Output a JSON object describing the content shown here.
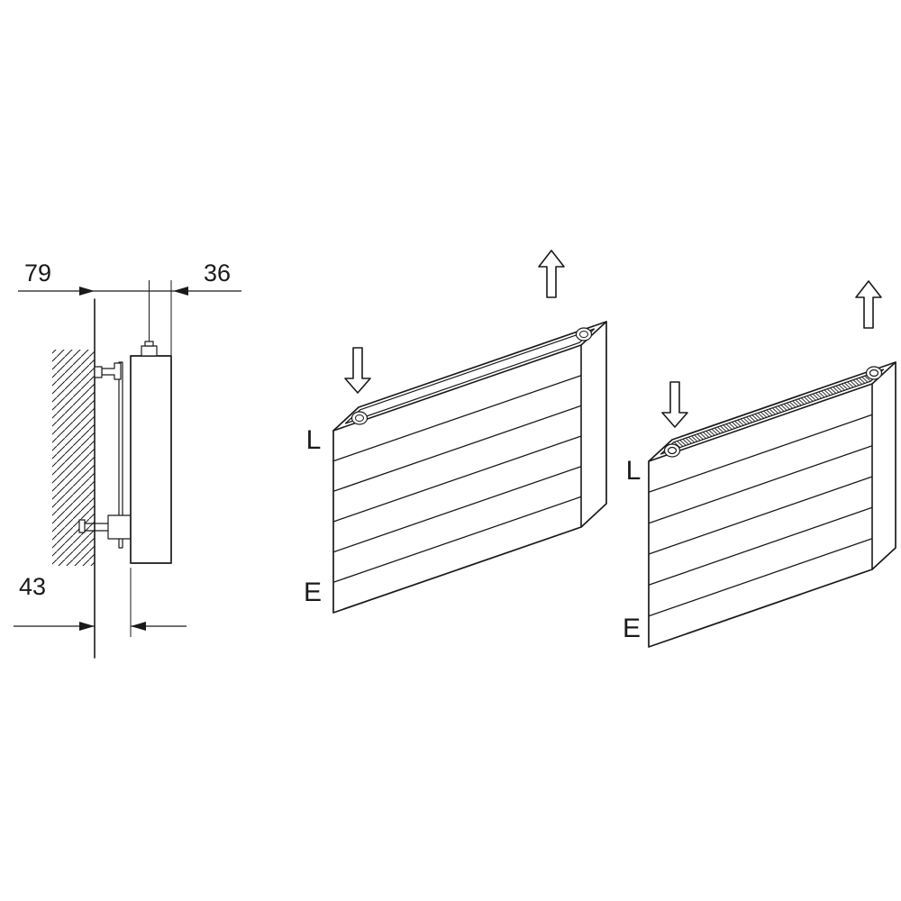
{
  "figure": {
    "kind": "radiator technical line drawing",
    "background": "#ffffff",
    "line_color": "#1a1a1a"
  },
  "side_view": {
    "dim_wall_to_center": "79",
    "dim_center_to_front": "36",
    "dim_wall_to_panel": "43"
  },
  "radiator_open_top": {
    "label_inlet": "L",
    "label_outlet": "E"
  },
  "radiator_grille_top": {
    "label_inlet": "L",
    "label_outlet": "E"
  },
  "icons": {
    "down_arrow": "flow-in-arrow",
    "up_arrow": "flow-out-arrow"
  }
}
